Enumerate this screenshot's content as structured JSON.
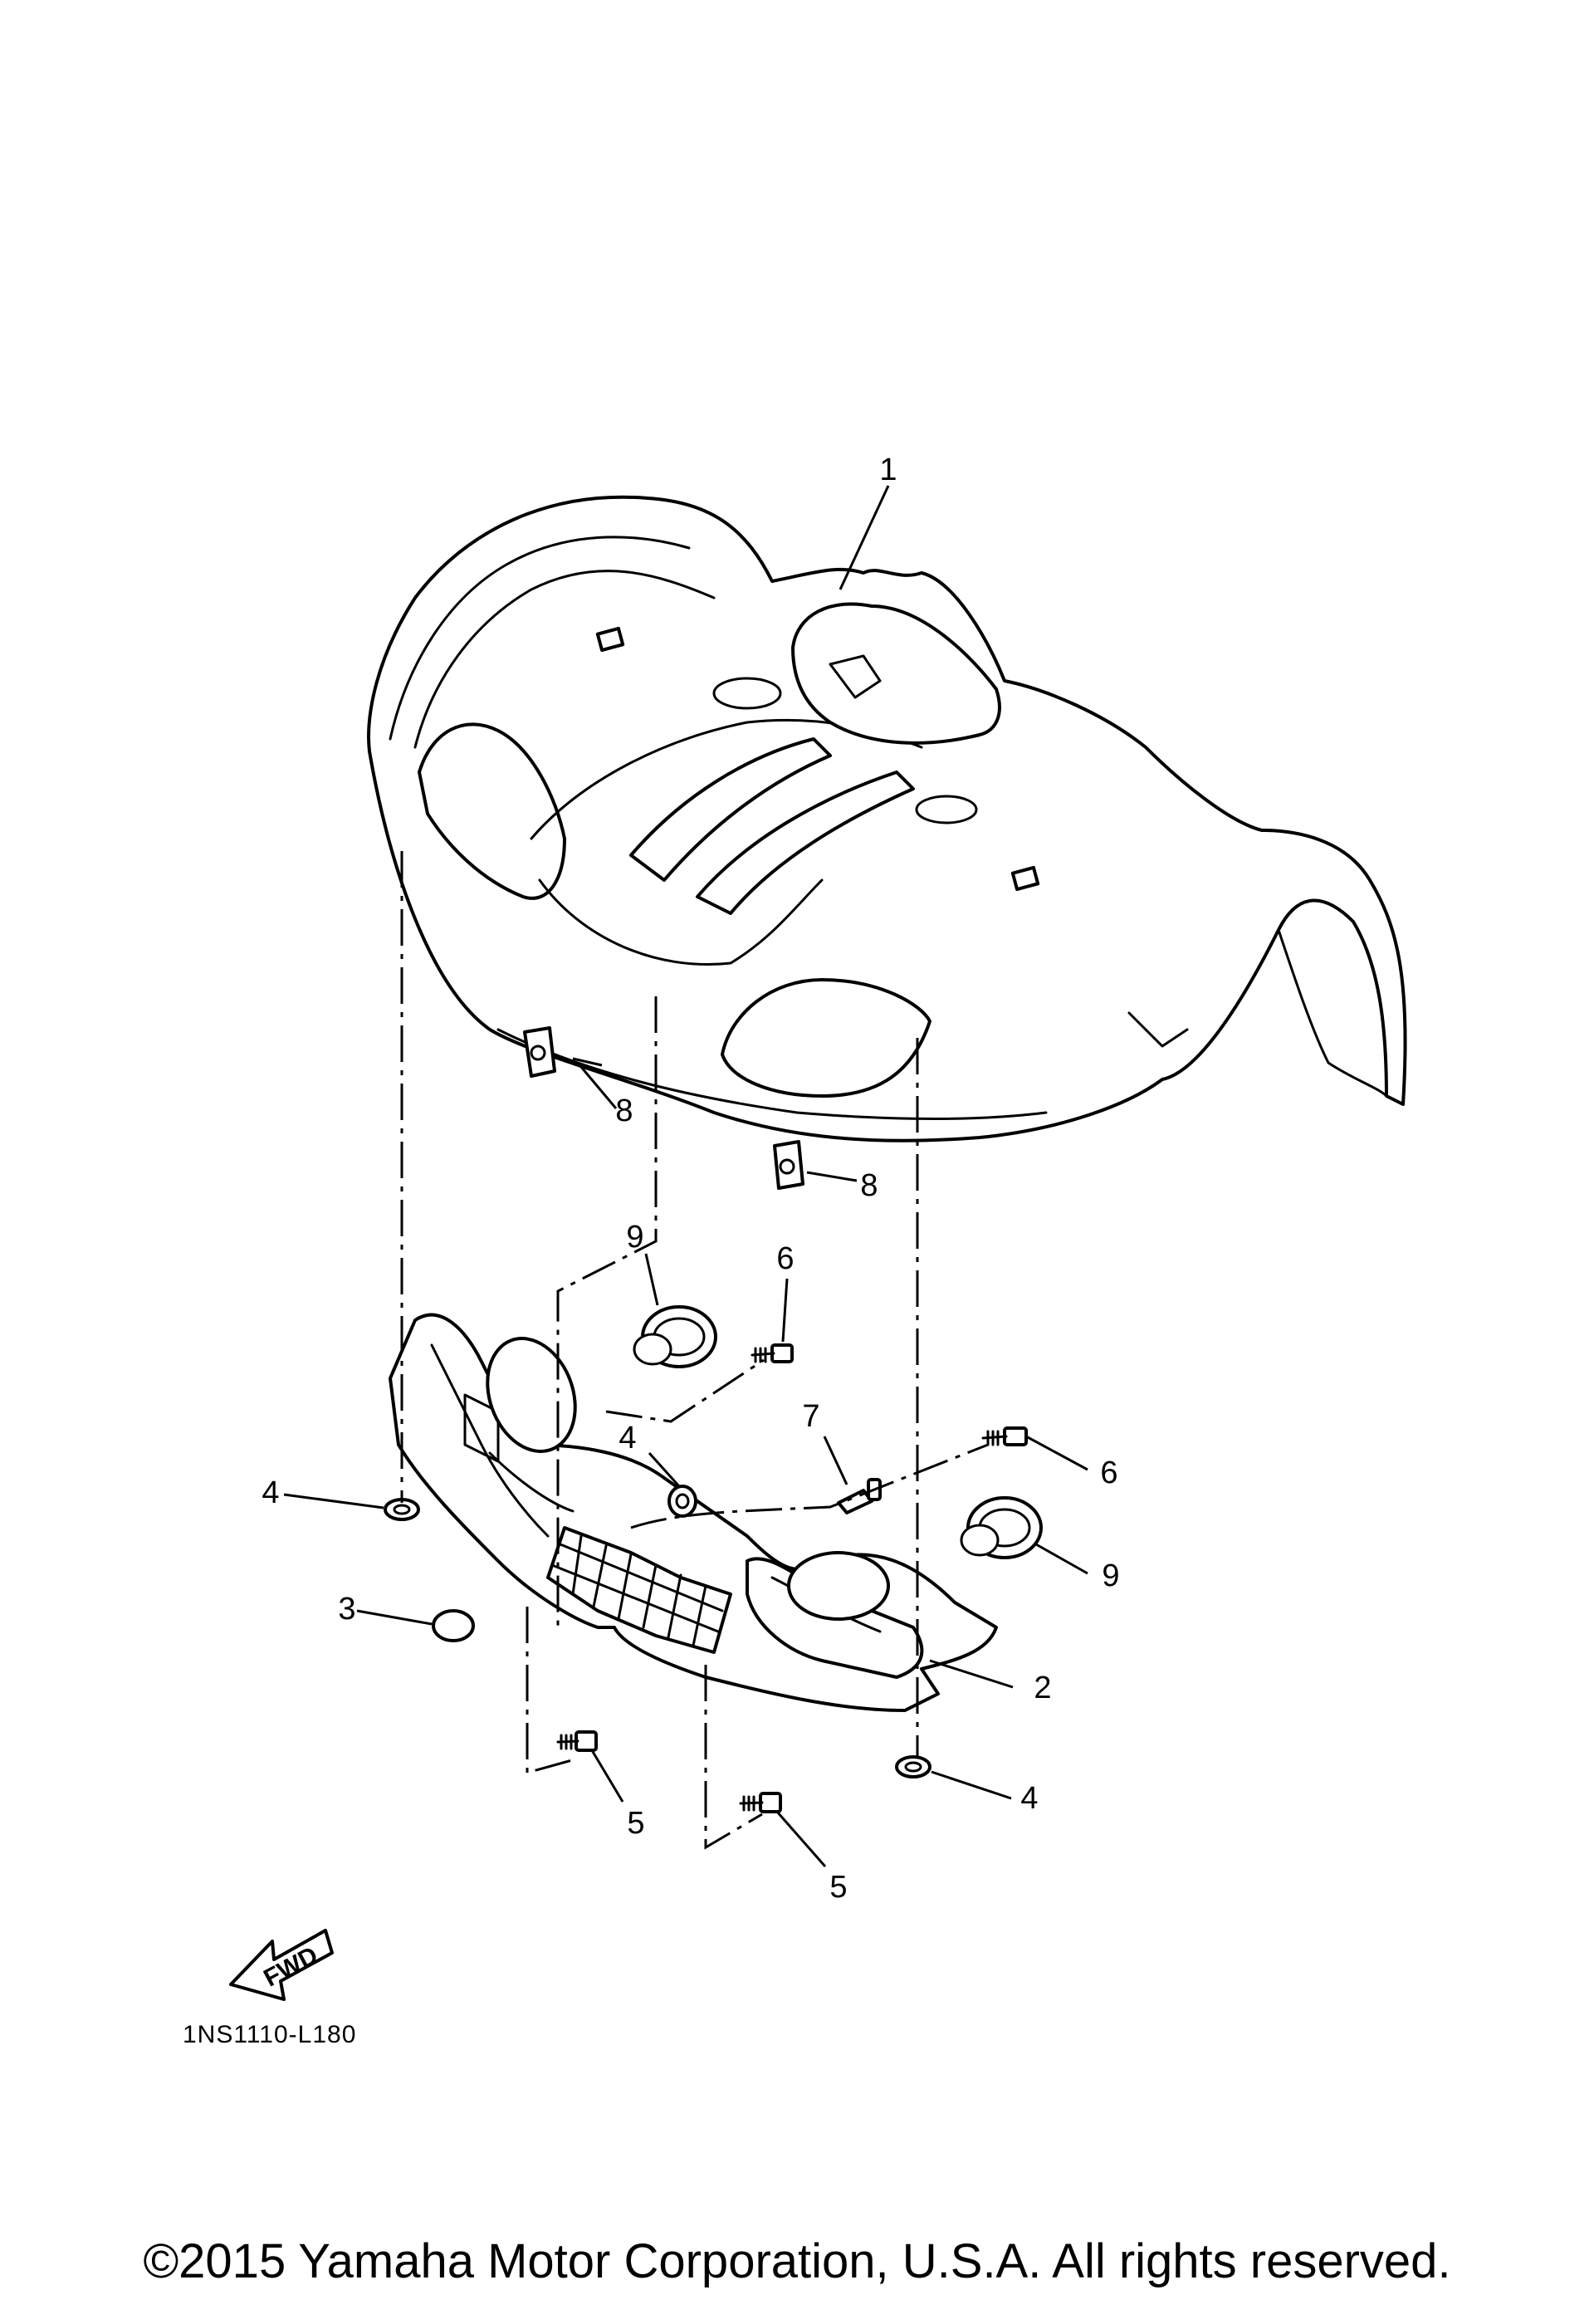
{
  "diagram": {
    "callouts": [
      {
        "id": "c1",
        "label": "1"
      },
      {
        "id": "c8a",
        "label": "8"
      },
      {
        "id": "c8b",
        "label": "8"
      },
      {
        "id": "c9a",
        "label": "9"
      },
      {
        "id": "c6a",
        "label": "6"
      },
      {
        "id": "c7",
        "label": "7"
      },
      {
        "id": "c6b",
        "label": "6"
      },
      {
        "id": "c4a",
        "label": "4"
      },
      {
        "id": "c4b",
        "label": "4"
      },
      {
        "id": "c9b",
        "label": "9"
      },
      {
        "id": "c3",
        "label": "3"
      },
      {
        "id": "c2",
        "label": "2"
      },
      {
        "id": "c4c",
        "label": "4"
      },
      {
        "id": "c5a",
        "label": "5"
      },
      {
        "id": "c5b",
        "label": "5"
      }
    ],
    "fwd_label": "FWD",
    "diagram_code": "1NS1110-L180"
  },
  "footer": {
    "copyright": "©2015 Yamaha Motor Corporation, U.S.A. All rights reserved."
  }
}
